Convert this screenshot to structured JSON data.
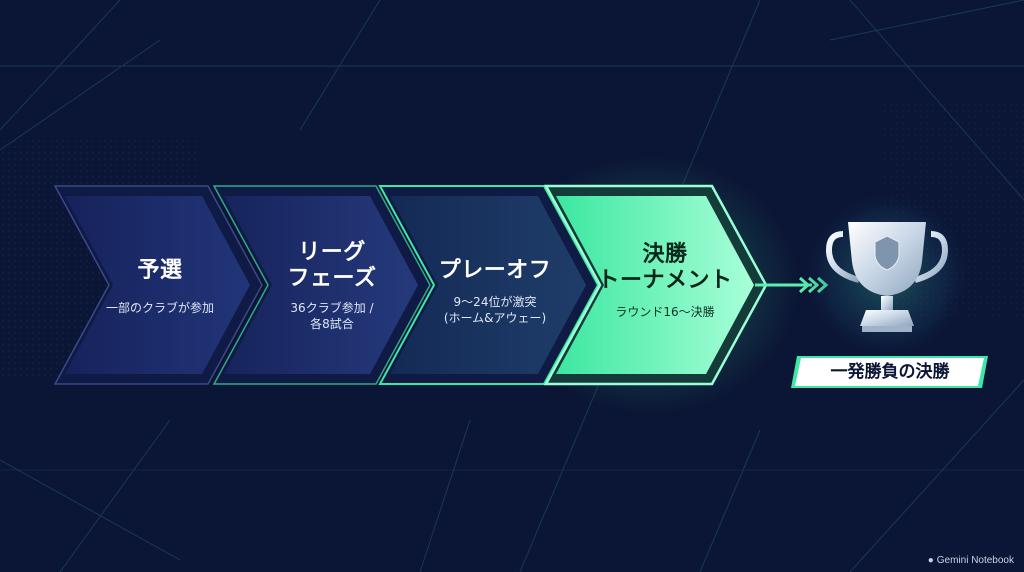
{
  "stages": [
    {
      "title_lines": [
        "予選"
      ],
      "desc_lines": [
        "一部のクラブが参加"
      ]
    },
    {
      "title_lines": [
        "リーグ",
        "フェーズ"
      ],
      "desc_lines": [
        "36クラブ参加 /",
        "各8試合"
      ]
    },
    {
      "title_lines": [
        "プレーオフ"
      ],
      "desc_lines": [
        "9〜24位が激突",
        "(ホーム&アウェー)"
      ]
    },
    {
      "title_lines": [
        "決勝",
        "トーナメント"
      ],
      "desc_lines": [
        "ラウンド16〜決勝"
      ]
    }
  ],
  "result": {
    "label": "一発勝負の決勝",
    "icon": "trophy-icon"
  },
  "watermark": {
    "text": "Gemini Notebook",
    "icon": "notebook-icon"
  },
  "colors": {
    "background": "#0b1535",
    "stage_fill_dark": "#1a2a66",
    "accent_green": "#3df0a0",
    "final_fill": "#5cf5b0",
    "white": "#ffffff"
  }
}
